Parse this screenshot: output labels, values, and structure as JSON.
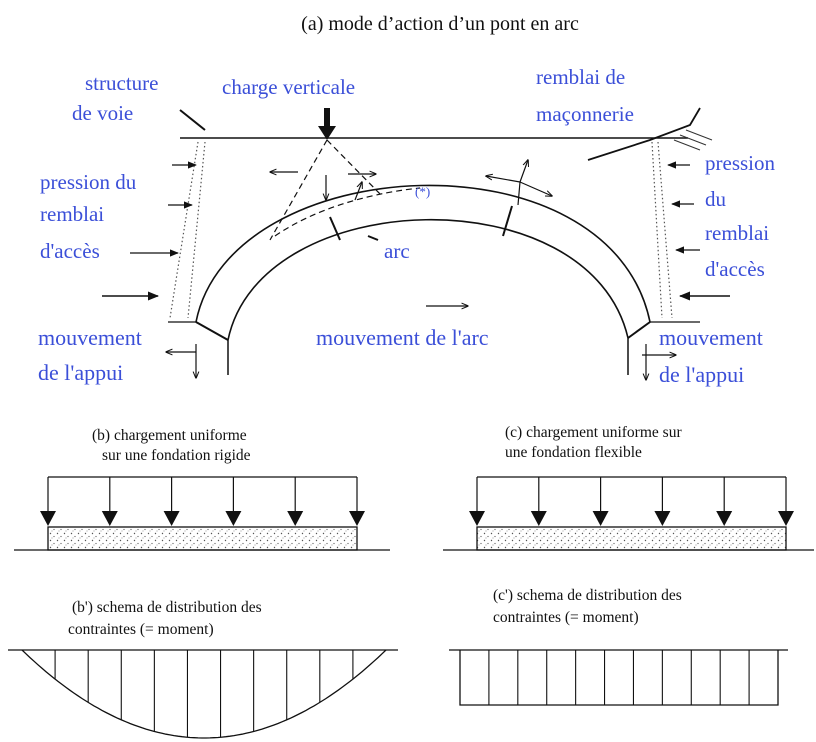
{
  "titles": {
    "a": "(a) mode d’action d’un pont en arc"
  },
  "labels_a": {
    "structure_voie": [
      "structure",
      "de voie"
    ],
    "charge_verticale": "charge verticale",
    "remblai_maconnerie": [
      "remblai de",
      "maçonnerie"
    ],
    "pression_gauche": [
      "pression du",
      "remblai",
      "d'accès"
    ],
    "pression_droite": [
      "pression",
      "du",
      "remblai",
      "d'accès"
    ],
    "arc": "arc",
    "star": "(*)",
    "mouvement_arc": "mouvement de l'arc",
    "mouvement_appui_gauche": [
      "mouvement",
      "de l'appui"
    ],
    "mouvement_appui_droite": [
      "mouvement",
      "de l'appui"
    ]
  },
  "panel_b": {
    "title": [
      "(b) chargement uniforme",
      "sur une fondation rigide"
    ],
    "arrow_count": 6
  },
  "panel_c": {
    "title": [
      "(c)  chargement uniforme sur",
      "une fondation flexible"
    ],
    "arrow_count": 6
  },
  "panel_bp": {
    "title": [
      "(b')  schema de distribution des",
      "contraintes (= moment)"
    ],
    "shape": "parabolic",
    "divisions": 11
  },
  "panel_cp": {
    "title": [
      "(c') schema de distribution des",
      "contraintes (= moment)"
    ],
    "shape": "uniform",
    "divisions": 11
  },
  "colors": {
    "label_blue": "#3b4fd8",
    "ink": "#111111",
    "fill_dots": "#555555"
  }
}
